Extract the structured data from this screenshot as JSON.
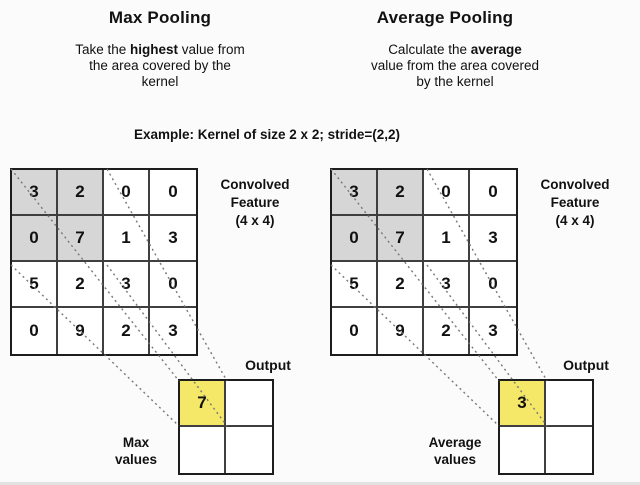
{
  "colors": {
    "background": "#fbfbfb",
    "shaded_cell": "#d6d6d6",
    "highlight_cell": "#f5e767",
    "grid_inner_line": "#3f3f3f",
    "grid_border": "#1d1d1d",
    "dashed_line": "#787878",
    "text": "#111111"
  },
  "example_caption": "Example:  Kernel of size 2 x 2;  stride=(2,2)",
  "panels": [
    {
      "title": "Max Pooling",
      "description": {
        "line1_pre": "Take the ",
        "line1_bold": "highest",
        "line1_post": " value from",
        "line2": "the area covered by the",
        "line3": "kernel"
      },
      "feature_label": {
        "line1": "Convolved",
        "line2": "Feature",
        "line3": "(4 x 4)"
      },
      "grid": [
        [
          "3",
          "2",
          "0",
          "0"
        ],
        [
          "0",
          "7",
          "1",
          "3"
        ],
        [
          "5",
          "2",
          "3",
          "0"
        ],
        [
          "0",
          "9",
          "2",
          "3"
        ]
      ],
      "output_label": "Output",
      "output_value": "7",
      "values_label": {
        "line1": "Max",
        "line2": "values"
      }
    },
    {
      "title": "Average Pooling",
      "description": {
        "line1_pre": "Calculate the ",
        "line1_bold": "average",
        "line1_post": "",
        "line2": "value from the area covered",
        "line3": "by the kernel"
      },
      "feature_label": {
        "line1": "Convolved",
        "line2": "Feature",
        "line3": "(4 x 4)"
      },
      "grid": [
        [
          "3",
          "2",
          "0",
          "0"
        ],
        [
          "0",
          "7",
          "1",
          "3"
        ],
        [
          "5",
          "2",
          "3",
          "0"
        ],
        [
          "0",
          "9",
          "2",
          "3"
        ]
      ],
      "output_label": "Output",
      "output_value": "3",
      "values_label": {
        "line1": "Average",
        "line2": "values"
      }
    }
  ]
}
